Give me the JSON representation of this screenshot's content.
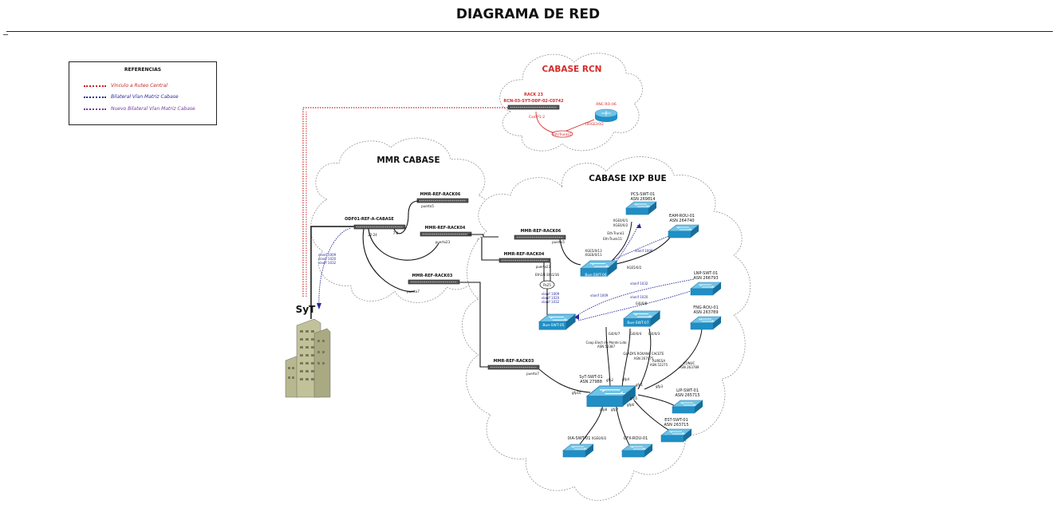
{
  "page_title": "DIAGRAMA DE RED",
  "corner_mark": "_",
  "legend": {
    "title": "REFERENCIAS",
    "items": [
      {
        "label": "Vinculo a Ruteo Central",
        "color": "#cc2222"
      },
      {
        "label": "Bilateral Vlan Matriz Cabase",
        "color": "#2a2a9a"
      },
      {
        "label": "Nuevo Bilateral Vlan Matriz Cabase",
        "color": "#7a3a9a"
      }
    ]
  },
  "clouds": {
    "rcn": "CABASE RCN",
    "mmr": "MMR CABASE",
    "ixp": "CABASE IXP BUE"
  },
  "rcn": {
    "rack": "RACK 23",
    "odf": "RCN-03-SYT-ODF-02-C0742",
    "port": "Cxd P1-2",
    "eth": "Eth/Trunk21",
    "router": "RNC-RO-06",
    "iface": "100GE2/0/2"
  },
  "site": {
    "label": "SyT"
  },
  "mmr": {
    "odf": "ODF01-REF-A-CABASE",
    "odf_ports_a": "22-24",
    "odf_ports_b": "7-8",
    "rack06": "MMR-REF-RACK06",
    "rack06_port": "puerto5",
    "rack04": "MMR-REF-RACK04",
    "rack04_port": "puerto23",
    "rack03": "MMR-REF-RACK03",
    "rack03_port": "puerto7",
    "vlans": [
      "vlanif 1009",
      "vlanif 1020",
      "vlanif 1032"
    ]
  },
  "ixp": {
    "rack06": "MMR-REF-RACK06",
    "rack06_port": "puerto5",
    "rack04": "MMR-REF-RACK04",
    "rack04_port": "puerto23",
    "rack03": "MMR-REF-RACK03",
    "rack03_port": "puerto7",
    "po": "Po25",
    "eth_pair": "Eth1/1  Eth1/16",
    "vlans": [
      "vlanif 1009",
      "vlanif 1020",
      "vlanif 1032"
    ],
    "pcs": {
      "name": "PCS-SWT-01",
      "asn": "ASN 269814"
    },
    "pcs_ifaces": [
      "XGE0/0/1",
      "XGE0/0/2",
      "Eth-Trunk1",
      "Eth-Trunk11"
    ],
    "eam": {
      "name": "EAM-ROU-01",
      "asn": "ASN 264740"
    },
    "lnp": {
      "name": "LNP-SWT-01",
      "asn": "ASN 266793"
    },
    "fng": {
      "name": "FNG-ROU-01",
      "asn": "ASN 263789"
    },
    "bue06": "Bue-SWT-06",
    "bue06_ifaces": [
      "XGE5/0/13",
      "XGE6/0/11"
    ],
    "bue06_xge": "XGE5/0/2",
    "bue05": "Bue-SWT-05",
    "bue07": "Bue-SWT-07",
    "bue07_ifaces": [
      "Gi0/0/7",
      "Gi0/0/4",
      "Gi0/0/3",
      "Gi0/0/8"
    ],
    "vlan_links": [
      "vlanif 1006",
      "vlanif 1032",
      "vlanif 1009",
      "vlanif 1020"
    ],
    "coop": {
      "name": "Coop Elect de Monte Lido",
      "asn": "ASN 52387"
    },
    "gladys": {
      "name": "GLADYS ROXANA CACETE",
      "asn": "ASN 267075"
    },
    "auresa": {
      "name": "AURESA",
      "asn": "ASN 52275"
    },
    "conuc": {
      "name": "CONUC",
      "asn": "ASN 263789"
    },
    "syt": {
      "name": "SyT-SWT-01",
      "asn": "ASN 27988"
    },
    "lip": {
      "name": "LIP-SWT-01",
      "asn": "ASN 265715"
    },
    "est": {
      "name": "EST-SWT-01",
      "asn": "ASN 263715"
    },
    "ixa": {
      "name": "IXA-SWT-01",
      "iface": "XGE0/0/2"
    },
    "cfx": {
      "name": "CFX-ROU-01"
    },
    "syt_ports": [
      "gfp16",
      "gfp8",
      "gfp7",
      "gfp2",
      "gfp4",
      "gfp1",
      "gfp5",
      "gfp6",
      "gfp3"
    ]
  }
}
